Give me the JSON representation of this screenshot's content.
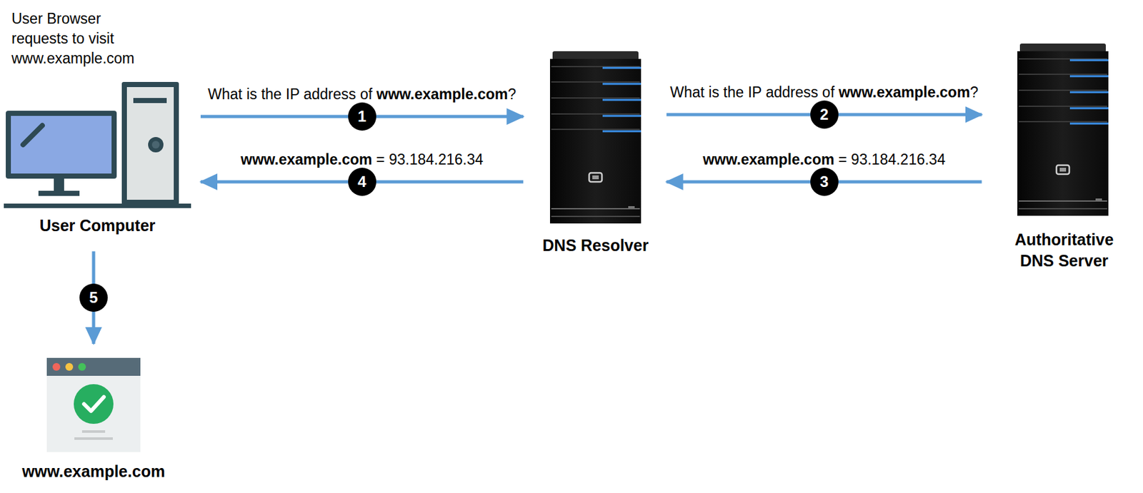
{
  "diagram": {
    "nodes": [
      {
        "text": [
          "User Computer"
        ]
      },
      {
        "text": [
          "DNS Resolver"
        ]
      },
      {
        "text": [
          "Authoritative DNS Server"
        ]
      },
      {
        "text": [
          "www.example.com"
        ]
      }
    ],
    "edges": [
      {
        "from": 0,
        "to": 1,
        "arrow": "to",
        "label": "What is the IP address of www.example.com?"
      },
      {
        "from": 1,
        "to": 2,
        "arrow": "to",
        "label": "What is the IP address of www.example.com?"
      },
      {
        "from": 2,
        "to": 1,
        "arrow": "to",
        "label": "www.example.com = 93.184.216.34"
      },
      {
        "from": 1,
        "to": 0,
        "arrow": "to",
        "label": "www.example.com = 93.184.216.34"
      },
      {
        "from": 0,
        "to": 3,
        "arrow": "to"
      }
    ],
    "labels": [
      "User Browser requests to visit www.example.com",
      "1",
      "2",
      "3",
      "4",
      "5"
    ]
  }
}
